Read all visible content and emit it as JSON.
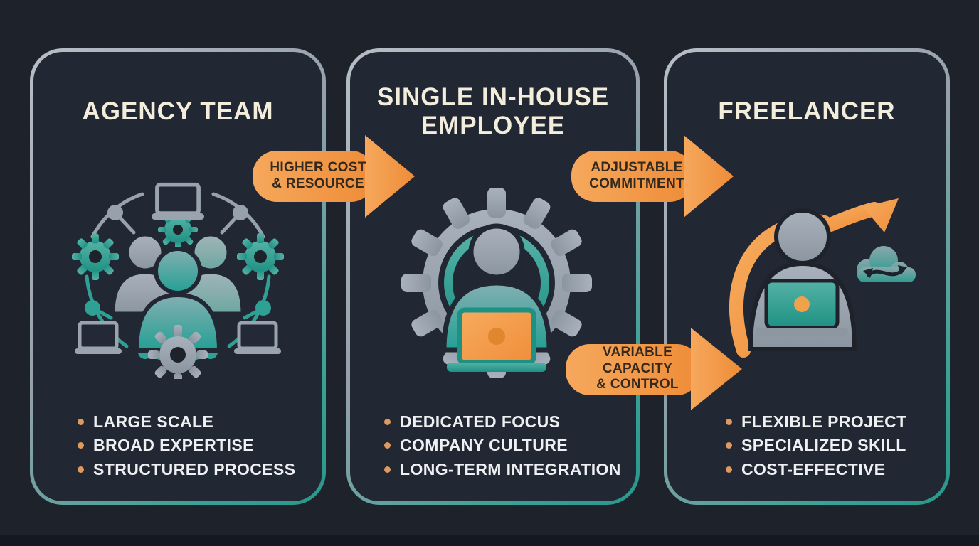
{
  "colors": {
    "background": "#1e222b",
    "card_background": "#222734",
    "card_border_gray": "#b6bec6",
    "card_border_teal": "#27988b",
    "title_cream": "#f3eedb",
    "bullet_text": "#eef0f2",
    "bullet_dot": "#e09a5f",
    "arrow_orange_light": "#f6a85c",
    "arrow_orange_deep": "#ee8c38",
    "arrow_label_text": "#33291f",
    "icon_teal": "#2f9e92",
    "icon_gray": "#9aa4b0"
  },
  "cards": [
    {
      "id": "agency-team",
      "title": "AGENCY TEAM",
      "icon": "team-network-icon",
      "bullets": [
        "LARGE SCALE",
        "BROAD EXPERTISE",
        "STRUCTURED PROCESS"
      ]
    },
    {
      "id": "single-in-house-employee",
      "title": "SINGLE IN-HOUSE EMPLOYEE",
      "icon": "gear-person-laptop-icon",
      "bullets": [
        "DEDICATED FOCUS",
        "COMPANY CULTURE",
        "LONG-TERM INTEGRATION"
      ]
    },
    {
      "id": "freelancer",
      "title": "FREELANCER",
      "icon": "person-laptop-growth-cloud-icon",
      "bullets": [
        "FLEXIBLE PROJECT",
        "SPECIALIZED SKILL",
        "COST-EFFECTIVE"
      ]
    }
  ],
  "arrows": [
    {
      "id": "higher-cost-resource",
      "line1": "HIGHER COST",
      "line2": "& RESOURCE",
      "from": "agency-team",
      "to": "single-in-house-employee"
    },
    {
      "id": "adjustable-commitment",
      "line1": "ADJUSTABLE",
      "line2": "COMMITMENT",
      "from": "single-in-house-employee",
      "to": "freelancer"
    },
    {
      "id": "variable-capacity-control",
      "line1": "VARIABLE CAPACITY",
      "line2": "& CONTROL",
      "from": "single-in-house-employee",
      "to": "freelancer"
    }
  ]
}
